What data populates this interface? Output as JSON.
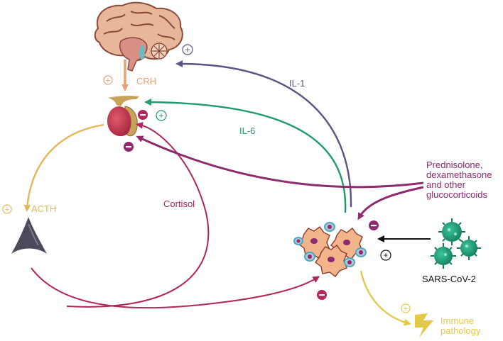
{
  "labels": {
    "crh": "CRH",
    "il1": "IL-1",
    "il6": "IL-6",
    "acth": "ACTH",
    "cortisol": "Cortisol",
    "glucocorticoids": [
      "Prednisolone,",
      "dexamethasone",
      "and other",
      "glucocorticoids"
    ],
    "virus": "SARS-CoV-2",
    "immune": [
      "Immune",
      "pathology"
    ]
  },
  "signs": {
    "plus": "+",
    "minus": "−"
  },
  "colors": {
    "crh": "#e8a27a",
    "acth": "#e2b85c",
    "il1": "#5b5382",
    "il6": "#1f9a6a",
    "cortisol": "#b3245a",
    "gluco": "#8e2a6e",
    "virus": "#1e9a7a",
    "immune": "#e3c84a",
    "adrenal": "#4a4a5a",
    "black": "#111111"
  },
  "icons": [
    "brain-icon",
    "pituitary-gland-icon",
    "adrenal-gland-icon",
    "immune-cells-icon",
    "virus-icon",
    "lightning-icon"
  ]
}
